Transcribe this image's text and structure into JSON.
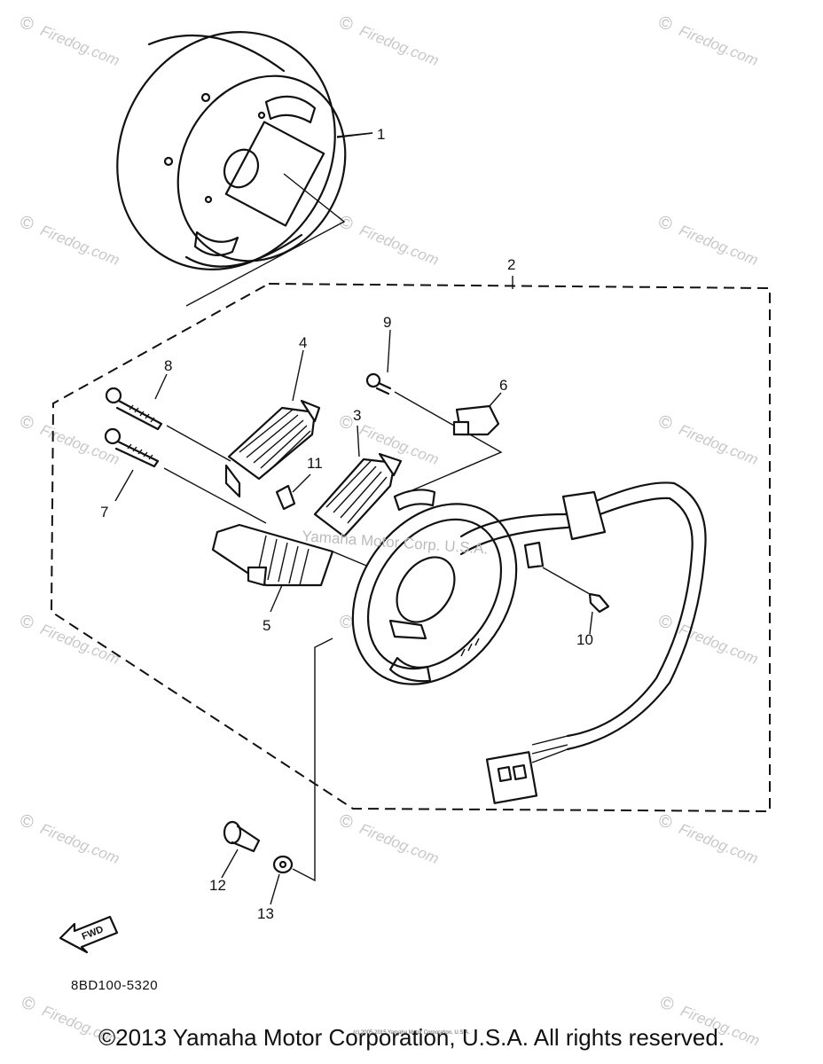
{
  "diagram": {
    "part_numbers": [
      "1",
      "2",
      "3",
      "4",
      "5",
      "6",
      "7",
      "8",
      "9",
      "10",
      "11",
      "12",
      "13"
    ],
    "fwd_label": "FWD",
    "drawing_code": "8BD100-5320",
    "center_watermark": "Yamaha Motor Corp. U.S.A.",
    "watermark_text": "Firedog.com"
  },
  "footer": {
    "copyright": "©2013 Yamaha Motor Corporation, U.S.A. All rights reserved.",
    "small_notice": "(c) 2005-2015 Yamaha Motor Corporation, U.S.A."
  }
}
